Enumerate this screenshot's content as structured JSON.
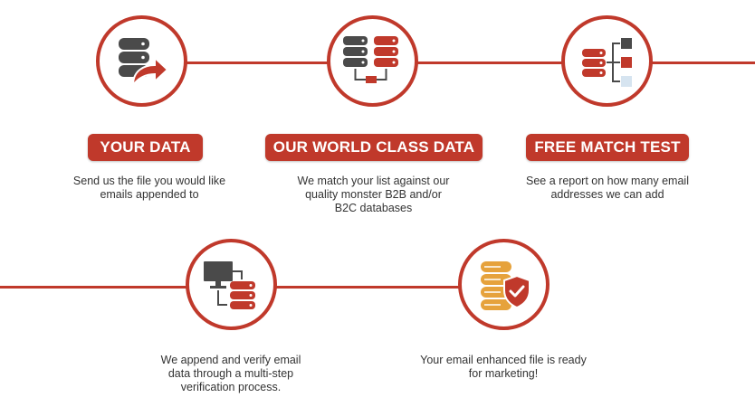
{
  "colors": {
    "accent": "#c0392b",
    "dark": "#4a4a4a",
    "light_blue": "#d6e4f0",
    "gold": "#e6a23c"
  },
  "steps": [
    {
      "title": "YOUR DATA",
      "lines": [
        "Send us the file you would like",
        "emails appended to"
      ],
      "icon": "database-arrow-icon"
    },
    {
      "title": "OUR WORLD CLASS DATA",
      "lines": [
        "We match your list against our",
        "quality monster B2B and/or",
        "B2C databases"
      ],
      "icon": "two-databases-icon"
    },
    {
      "title": "FREE MATCH TEST",
      "lines": [
        "See a report on how many email",
        "addresses we can add"
      ],
      "icon": "database-tree-icon"
    },
    {
      "title": "",
      "lines": [
        "We append and verify email",
        "data through a multi-step",
        "verification process."
      ],
      "icon": "computer-database-icon"
    },
    {
      "title": "",
      "lines": [
        "Your email enhanced file is ready",
        "for marketing!"
      ],
      "icon": "database-shield-icon"
    }
  ]
}
